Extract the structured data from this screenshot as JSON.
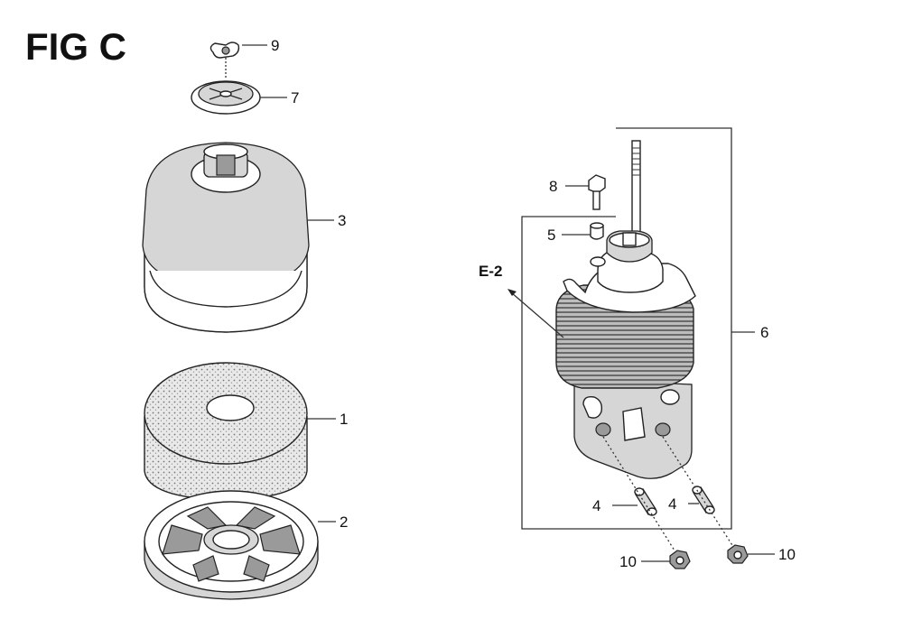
{
  "figure": {
    "title": "FIG C"
  },
  "callouts": {
    "c1": "1",
    "c2": "2",
    "c3": "3",
    "c4a": "4",
    "c4b": "4",
    "c5": "5",
    "c6": "6",
    "c7": "7",
    "c8": "8",
    "c9": "9",
    "c10a": "10",
    "c10b": "10"
  },
  "reference": {
    "label": "E-2"
  }
}
